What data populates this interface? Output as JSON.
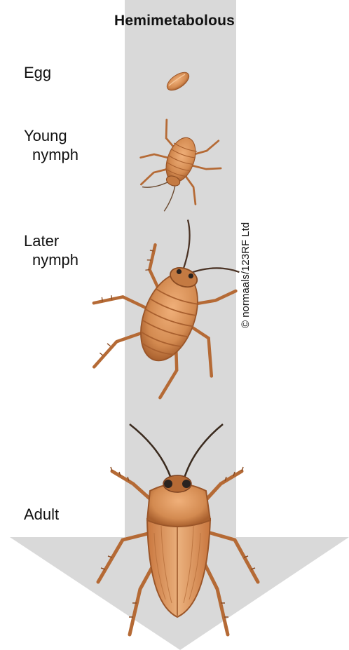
{
  "title": "Hemimetabolous",
  "stages": {
    "egg": "Egg",
    "young_nymph": [
      "Young",
      "nymph"
    ],
    "later_nymph": [
      "Later",
      "nymph"
    ],
    "adult": "Adult"
  },
  "credit": "© normaals/123RF Ltd",
  "colors": {
    "arrow": "#d9d9d9",
    "body": "#d68f55",
    "body_dark": "#9a5528",
    "wing": "#e3a06a",
    "leg": "#b56a35",
    "eye": "#2a2320"
  }
}
